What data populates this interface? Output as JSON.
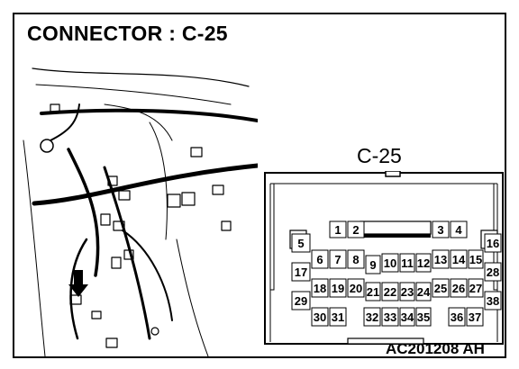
{
  "diagram": {
    "title": "CONNECTOR : C-25",
    "connector_label": "C-25",
    "figure_code": "AC201208 AH",
    "pins": {
      "top_row": [
        "1",
        "2",
        "3",
        "4"
      ],
      "row_2": [
        "5",
        "6",
        "7",
        "8",
        "9",
        "10",
        "11",
        "12",
        "13",
        "14",
        "15",
        "16"
      ],
      "row_3": [
        "17",
        "18",
        "19",
        "20",
        "21",
        "22",
        "23",
        "24",
        "25",
        "26",
        "27",
        "28"
      ],
      "row_4": [
        "29",
        "30",
        "31",
        "32",
        "33",
        "34",
        "35",
        "36",
        "37",
        "38"
      ]
    }
  }
}
